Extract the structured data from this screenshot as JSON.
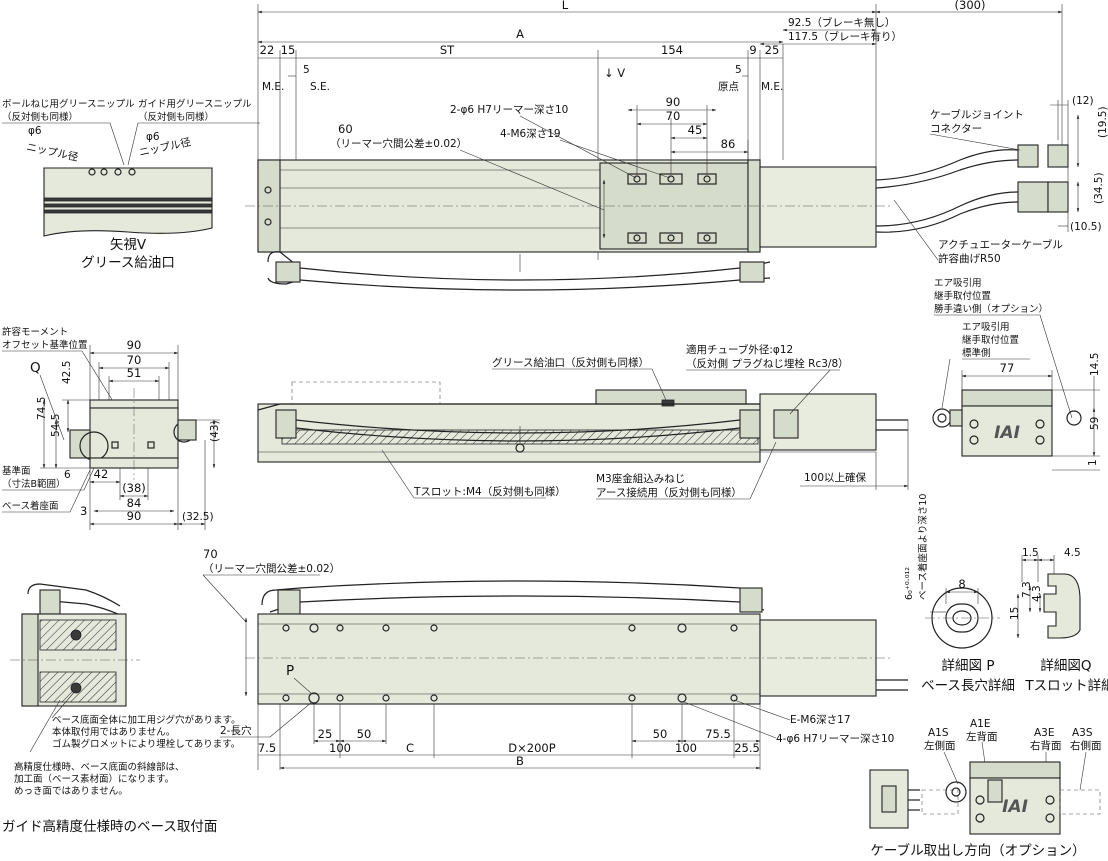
{
  "top_view": {
    "L": "L",
    "cable300": "(300)",
    "brake_none": "92.5（ブレーキ無し）",
    "brake_with": "117.5（ブレーキ有り）",
    "A": "A",
    "d22": "22",
    "d15": "15",
    "ST": "ST",
    "d154": "154",
    "d9": "9",
    "d25": "25",
    "d5_left": "5",
    "d5_right": "5",
    "me_left": "M.E.",
    "se": "S.E.",
    "me_right": "M.E.",
    "origin": "原点",
    "view_v": "↓ V",
    "reamer": "2-φ6 H7リーマー深さ10",
    "m6": "4-M6深さ19",
    "d90": "90",
    "d70": "70",
    "d45": "45",
    "d86": "86",
    "d60": "60",
    "tol": "（リーマー穴間公差±0.02）",
    "cable_joint": "ケーブルジョイント",
    "connector": "コネクター",
    "d12": "(12)",
    "d19_5": "(19.5)",
    "d34_5": "(34.5)",
    "d10_5": "(10.5)",
    "actuator_cable": "アクチュエーターケーブル",
    "bend_radius": "許容曲げR50"
  },
  "view_v": {
    "ball_grease_1": "ボールねじ用グリースニップル",
    "ball_grease_2": "（反対側も同様）",
    "guide_grease_1": "ガイド用グリースニップル",
    "guide_grease_2": "（反対側も同様）",
    "phi6_a": "φ6",
    "nipple_a": "ニップル径",
    "phi6_b": "φ6",
    "nipple_b": "ニップル径",
    "title1": "矢視V",
    "title2": "グリース給油口"
  },
  "end_view": {
    "moment_1": "許容モーメント",
    "moment_2": "オフセット基準位置",
    "Q": "Q",
    "d90": "90",
    "d70": "70",
    "d51": "51",
    "d42_5": "42.5",
    "d74_5": "74.5",
    "d54_5": "54.5",
    "d43": "(43)",
    "ref_1": "基準面",
    "ref_2": "（寸法B範囲）",
    "d6": "6",
    "d42": "42",
    "d38": "(38)",
    "base": "ベース着座面",
    "d3": "3",
    "d84": "84",
    "d90b": "90",
    "d32_5": "(32.5)"
  },
  "side_view": {
    "grease": "グリース給油口（反対側も同様）",
    "tube_1": "適用チューブ外径:φ12",
    "tube_2": "（反対側 プラグねじ埋栓 Rc3/8）",
    "tslot": "Tスロット:M4（反対側も同様）",
    "m3_1": "M3座金組込みねじ",
    "m3_2": "アース接続用（反対側も同様）",
    "clearance": "100以上確保"
  },
  "right_end": {
    "air_opt_1": "エア吸引用",
    "air_opt_2": "継手取付位置",
    "air_opt_3": "勝手違い側（オプション）",
    "air_std_1": "エア吸引用",
    "air_std_2": "継手取付位置",
    "air_std_3": "標準側",
    "d77": "77",
    "d14_5": "14.5",
    "d59": "59",
    "d1": "1",
    "logo": "IAI"
  },
  "bottom_view": {
    "d70": "70",
    "tol": "（リーマー穴間公差±0.02）",
    "P": "P",
    "long_hole": "2-長穴",
    "d7_5": "7.5",
    "d25": "25",
    "d50": "50",
    "d100": "100",
    "C": "C",
    "DxP": "D×200P",
    "d50b": "50",
    "d100b": "100",
    "d75_5": "75.5",
    "d25_5": "25.5",
    "B": "B",
    "em6": "E-M6深さ17",
    "reamer4": "4-φ6 H7リーマー深さ10"
  },
  "guide_spec": {
    "note1_1": "ベース底面全体に加工用ジグ穴があります。",
    "note1_2": "本体取付用ではありません。",
    "note1_3": "ゴム製グロメットにより埋栓してあります。",
    "note2_1": "高精度仕様時、ベース底面の斜線部は、",
    "note2_2": "加工面（ベース素材面）になります。",
    "note2_3": "めっき面ではありません。",
    "title": "ガイド高精度仕様時のベース取付面"
  },
  "detail_p": {
    "tol": "6₀⁺⁰·⁰¹²",
    "depth": "ベース着座面より深さ10",
    "d8": "8",
    "title1": "詳細図 P",
    "title2": "ベース長穴詳細"
  },
  "detail_q": {
    "d1_5": "1.5",
    "d4_5": "4.5",
    "d7_3": "7.3",
    "d4_3": "4.3",
    "d15": "15",
    "title1": "詳細図Q",
    "title2": "Tスロット詳細"
  },
  "cable_option": {
    "a1s_1": "A1S",
    "a1s_2": "左側面",
    "a1e_1": "A1E",
    "a1e_2": "左背面",
    "a3e_1": "A3E",
    "a3e_2": "右背面",
    "a3s_1": "A3S",
    "a3s_2": "右側面",
    "logo": "IAI",
    "title": "ケーブル取出し方向（オプション）"
  }
}
